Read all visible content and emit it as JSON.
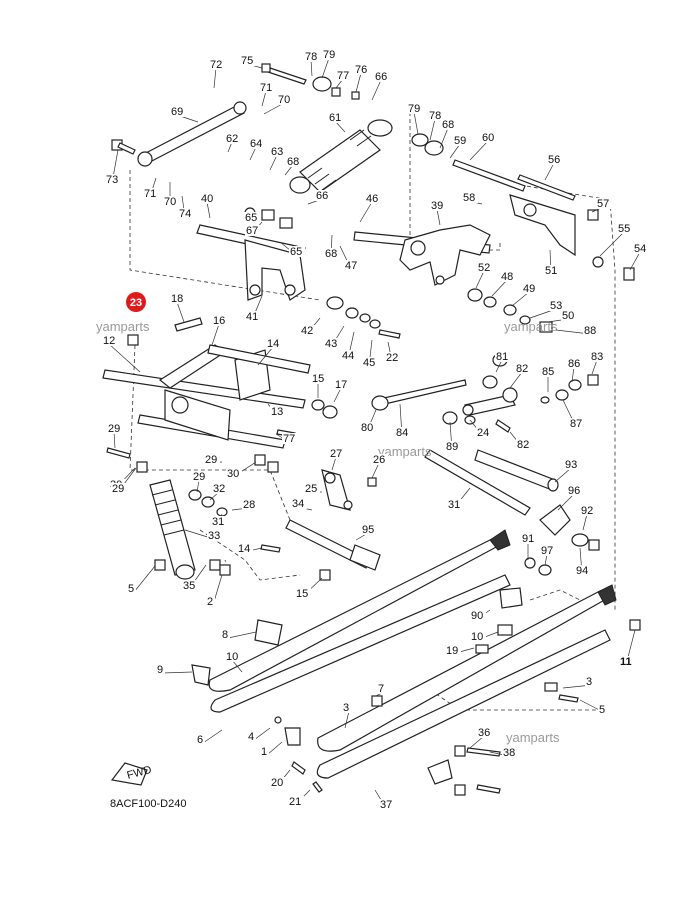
{
  "diagram_code": "8ACF100-D240",
  "fwd_label": "FWD",
  "watermarks": [
    "yamparts",
    "yamparts",
    "yamparts",
    "yamparts"
  ],
  "highlight": {
    "part": "23",
    "color": "#e0191b"
  },
  "callouts": [
    "75",
    "78",
    "79",
    "72",
    "71",
    "70",
    "77",
    "76",
    "66",
    "69",
    "61",
    "62",
    "64",
    "63",
    "68",
    "73",
    "71",
    "70",
    "74",
    "65",
    "67",
    "40",
    "66",
    "65",
    "68",
    "47",
    "46",
    "39",
    "41",
    "42",
    "43",
    "44",
    "45",
    "22",
    "18",
    "16",
    "12",
    "14",
    "15",
    "17",
    "13",
    "77",
    "79",
    "78",
    "68",
    "59",
    "60",
    "56",
    "58",
    "57",
    "55",
    "54",
    "51",
    "52",
    "48",
    "49",
    "53",
    "50",
    "88",
    "81",
    "82",
    "85",
    "86",
    "83",
    "89",
    "80",
    "84",
    "87",
    "82",
    "24",
    "27",
    "26",
    "25",
    "34",
    "95",
    "93",
    "96",
    "92",
    "91",
    "97",
    "94",
    "31",
    "29",
    "30",
    "29",
    "32",
    "28",
    "31",
    "33",
    "14",
    "15",
    "29",
    "30",
    "29",
    "35",
    "5",
    "2",
    "8",
    "9",
    "10",
    "90",
    "10",
    "19",
    "11",
    "3",
    "7",
    "5",
    "6",
    "4",
    "1",
    "20",
    "21",
    "3",
    "36",
    "38",
    "37"
  ]
}
